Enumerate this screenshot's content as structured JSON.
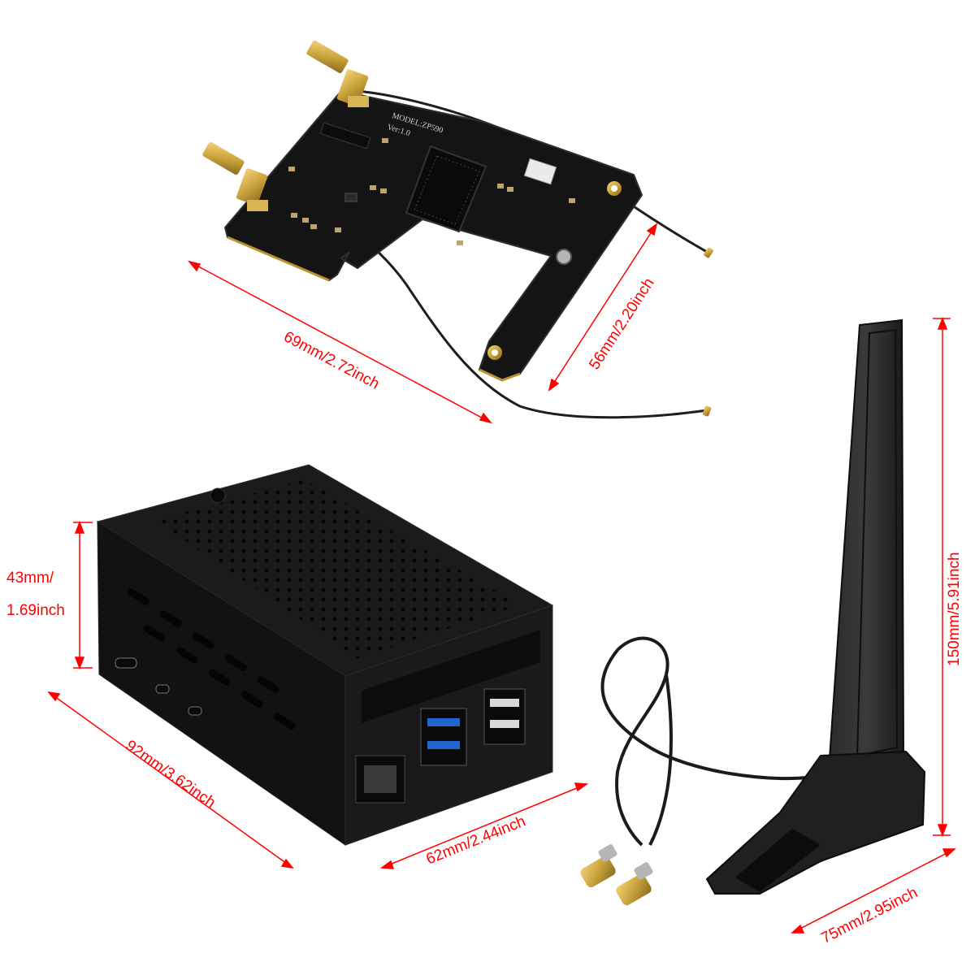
{
  "board": {
    "model_text": "MODEL:ZP590",
    "version_text": "Ver:1.0"
  },
  "dimensions": {
    "board_width": "69mm/2.72inch",
    "board_height": "56mm/2.20inch",
    "case_height_line1": "43mm/",
    "case_height_line2": "1.69inch",
    "case_length": "92mm/3.62inch",
    "case_width": "62mm/2.44inch",
    "antenna_height": "150mm/5.91inch",
    "antenna_base": "75mm/2.95inch"
  },
  "colors": {
    "dimension": "#ff0000",
    "pcb": "#141414",
    "gold": "#c9a23a",
    "case": "#151515",
    "usb3_blue": "#1f66d1"
  }
}
